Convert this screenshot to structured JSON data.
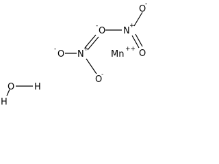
{
  "structure": {
    "nitrate_1": {
      "nitrogen": "N",
      "nitrogen_charge": "+",
      "oxygen_top": "O",
      "oxygen_top_charge": "-",
      "oxygen_single": "O",
      "oxygen_single_charge": "-",
      "oxygen_double": "O"
    },
    "nitrate_2": {
      "nitrogen": "N",
      "nitrogen_charge": "+",
      "oxygen_left": "O",
      "oxygen_left_charge": "-",
      "oxygen_bottom": "O",
      "oxygen_bottom_charge": "-",
      "oxygen_double": "O"
    },
    "metal_ion": {
      "symbol": "Mn",
      "charge": "++"
    },
    "water": {
      "oxygen": "O",
      "hydrogen_1": "H",
      "hydrogen_2": "H"
    }
  },
  "colors": {
    "ink": "#000000",
    "background": "#ffffff"
  }
}
